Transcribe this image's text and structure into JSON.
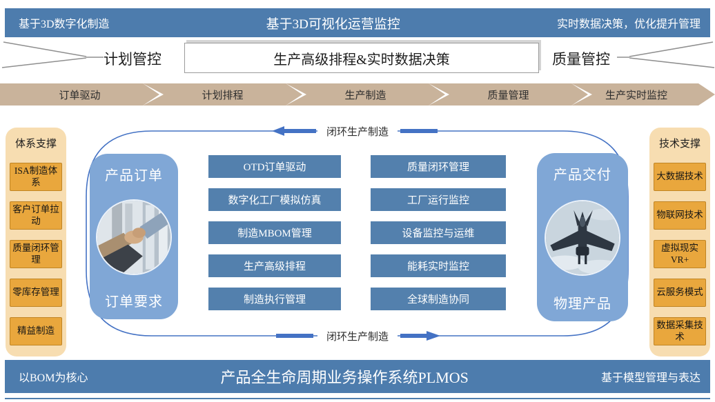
{
  "top_bar": {
    "left": "基于3D数字化制造",
    "center": "基于3D可视化运营监控",
    "right": "实时数据决策，优化提升管理"
  },
  "banner_row": {
    "left_label": "计划管控",
    "center_box": "生产高级排程&实时数据决策",
    "right_label": "质量管控"
  },
  "flow_steps": [
    "订单驱动",
    "计划排程",
    "生产制造",
    "质量管理",
    "生产实时监控"
  ],
  "loop": {
    "top_label": "闭环生产制造",
    "bottom_label": "闭环生产制造"
  },
  "left_panel": {
    "title": "体系支撑",
    "items": [
      "ISA制造体系",
      "客户订单拉动",
      "质量闭环管理",
      "零库存管理",
      "精益制造"
    ]
  },
  "right_panel": {
    "title": "技术支撑",
    "items": [
      "大数据技术",
      "物联网技术",
      "虚拟现实VR+",
      "云服务模式",
      "数据采集技术"
    ]
  },
  "order_card": {
    "top_label": "产品订单",
    "bottom_label": "订单要求",
    "image": "handshake-photo"
  },
  "delivery_card": {
    "top_label": "产品交付",
    "bottom_label": "物理产品",
    "image": "fighter-jet-photo"
  },
  "modules_left": [
    "OTD订单驱动",
    "数字化工厂模拟仿真",
    "制造MBOM管理",
    "生产高级排程",
    "制造执行管理"
  ],
  "modules_right": [
    "质量闭环管理",
    "工厂运行监控",
    "设备监控与运维",
    "能耗实时监控",
    "全球制造协同"
  ],
  "bottom_bar": {
    "left": "以BOM为核心",
    "center": "产品全生命周期业务操作系统PLMOS",
    "right": "基于模型管理与表达"
  },
  "colors": {
    "bar_blue": "#4d7cad",
    "module_blue": "#5380ad",
    "card_blue": "#80a7d6",
    "loop_blue": "#4472c4",
    "flow_tan": "#c9b39b",
    "panel_cream": "#f7ddb1",
    "panel_orange": "#e9a73d"
  }
}
